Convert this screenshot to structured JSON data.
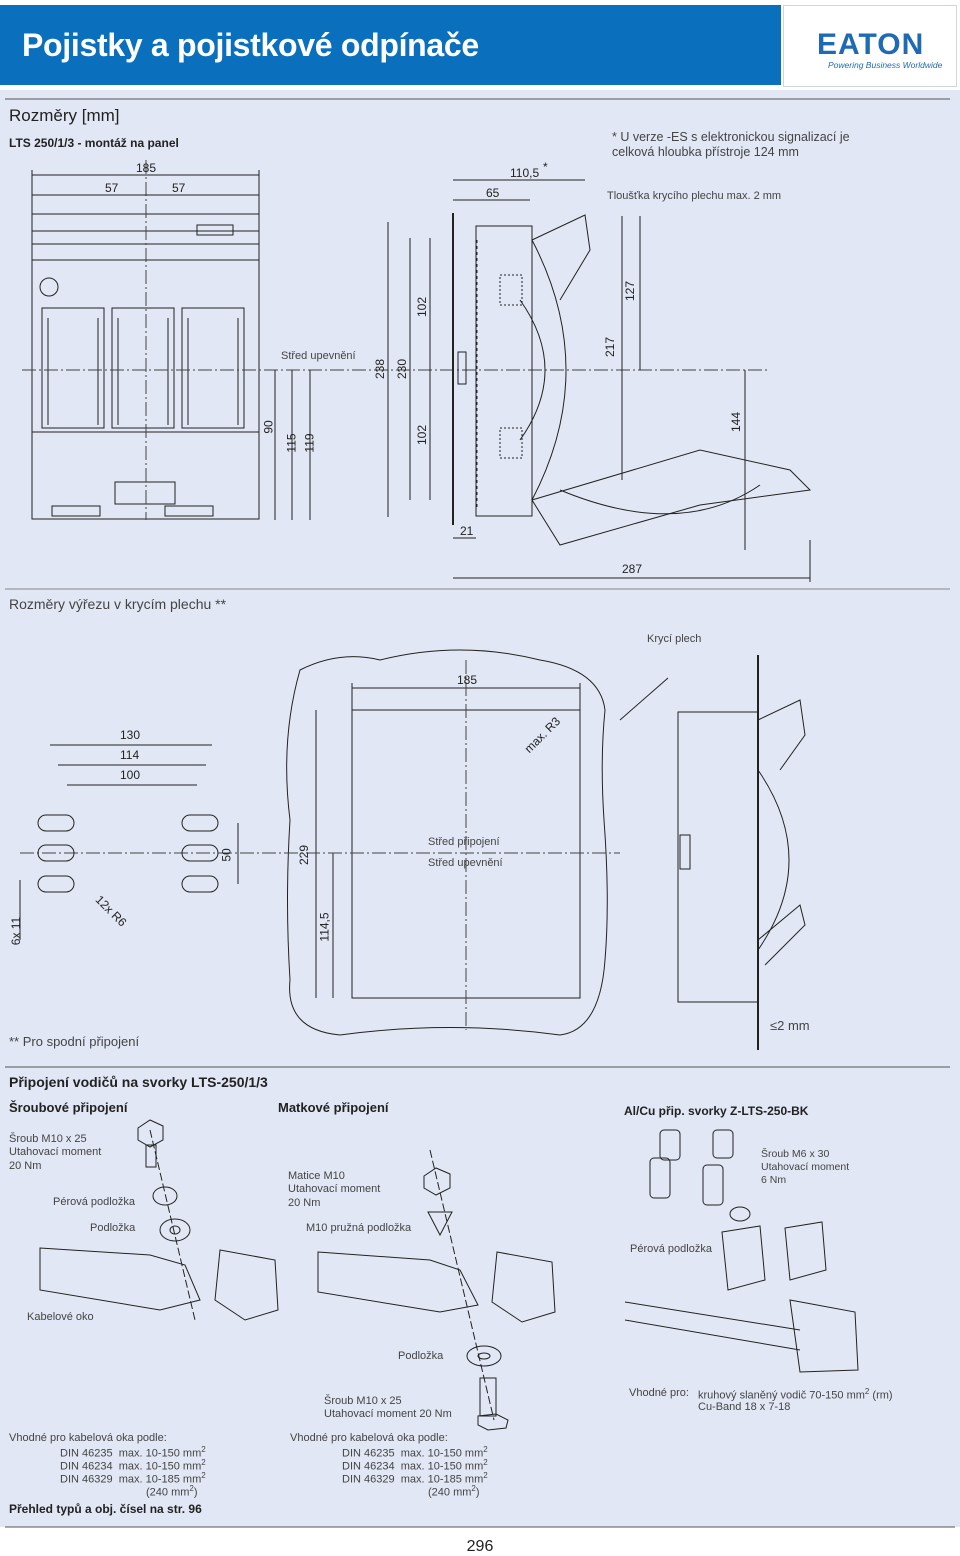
{
  "header": {
    "title": "Pojistky a pojistkové odpínače",
    "logo_text": "EATON",
    "logo_tagline": "Powering Business Worldwide",
    "brand_color": "#0a6fbd"
  },
  "dimensions_section": {
    "heading": "Rozměry [mm]",
    "subheading": "LTS 250/1/3 - montáž na panel",
    "note_es": "* U verze -ES s elektronickou signalizací je",
    "note_es_line2": "celková hloubka přístroje 124 mm",
    "cover_thickness": "Tloušťka krycího plechu max. 2 mm",
    "fixing_center": "Střed upevnění",
    "dims": {
      "d185": "185",
      "d57a": "57",
      "d57b": "57",
      "d110": "110,5",
      "star": "*",
      "d65": "65",
      "d238": "238",
      "d230": "230",
      "d102a": "102",
      "d102b": "102",
      "d90": "90",
      "d115": "115",
      "d119": "119",
      "d127": "127",
      "d217": "217",
      "d144": "144",
      "d21": "21",
      "d287": "287"
    }
  },
  "cutout_section": {
    "heading": "Rozměry výřezu v krycím plechu **",
    "cover_plate": "Krycí plech",
    "connection_center": "Střed připojení",
    "fixing_center": "Střed upevnění",
    "bottom_connection_note": "** Pro spodní připojení",
    "max_thickness": "≤2 mm",
    "dims": {
      "d185": "185",
      "d130": "130",
      "d114": "114",
      "d100": "100",
      "d50": "50",
      "d229": "229",
      "d1145": "114,5",
      "r3": "max. R3",
      "r6": "12x R6",
      "d6x11": "6x 11"
    }
  },
  "connection_section": {
    "heading": "Připojení vodičů na svorky LTS-250/1/3",
    "screw": {
      "title": "Šroubové připojení",
      "bolt": "Šroub M10 x 25",
      "torque_label": "Utahovací moment",
      "torque_value": "20 Nm",
      "spring_washer": "Pérová podložka",
      "washer": "Podložka",
      "cable_lug": "Kabelové oko",
      "suitable_title": "Vhodné pro kabelová oka podle:",
      "din": [
        {
          "std": "DIN 46235",
          "range": "max. 10-150 mm",
          "sup": "2"
        },
        {
          "std": "DIN 46234",
          "range": "max. 10-150 mm",
          "sup": "2"
        },
        {
          "std": "DIN 46329",
          "range": "max. 10-185 mm",
          "sup": "2"
        }
      ],
      "extra": "(240 mm",
      "extra_sup": "2",
      "extra_end": ")"
    },
    "nut": {
      "title": "Matkové připojení",
      "nut": "Matice M10",
      "torque_label": "Utahovací moment",
      "torque_value": "20 Nm",
      "spring_washer": "M10 pružná podložka",
      "washer": "Podložka",
      "bolt": "Šroub  M10 x 25",
      "bolt_torque": "Utahovací moment 20 Nm",
      "suitable_title": "Vhodné pro kabelová oka podle:",
      "din": [
        {
          "std": "DIN 46235",
          "range": "max. 10-150 mm",
          "sup": "2"
        },
        {
          "std": "DIN 46234",
          "range": "max. 10-150 mm",
          "sup": "2"
        },
        {
          "std": "DIN 46329",
          "range": "max. 10-185 mm",
          "sup": "2"
        }
      ],
      "extra": "(240 mm",
      "extra_sup": "2",
      "extra_end": ")"
    },
    "terminal": {
      "title": "Al/Cu přip. svorky Z-LTS-250-BK",
      "bolt": "Šroub M6 x 30",
      "torque_label": "Utahovací moment",
      "torque_value": "6 Nm",
      "spring_washer": "Pérová podložka",
      "suitable_label": "Vhodné pro:",
      "suitable_1": "kruhový slaněný vodič 70-150 mm",
      "suitable_1_sup": "2",
      "suitable_1_end": " (rm)",
      "suitable_2": "Cu-Band 18 x 7-18"
    },
    "overview": "Přehled typů a obj. čísel na str. 96"
  },
  "page_number": "296"
}
